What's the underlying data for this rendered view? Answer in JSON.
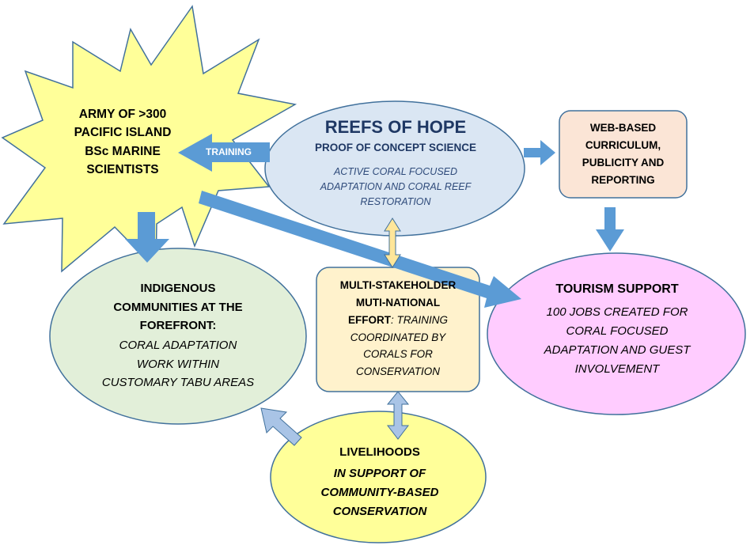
{
  "army": {
    "lines": [
      "ARMY OF >300",
      "PACIFIC ISLAND",
      "BSc MARINE",
      "SCIENTISTS"
    ]
  },
  "training_arrow": {
    "label": "TRAINING"
  },
  "reefs": {
    "title": "REEFS OF HOPE",
    "subtitle": "PROOF OF CONCEPT SCIENCE",
    "detail_lines": [
      "ACTIVE CORAL FOCUSED",
      "ADAPTATION AND CORAL REEF",
      "RESTORATION"
    ]
  },
  "web": {
    "lines": [
      "WEB-BASED",
      "CURRICULUM,",
      "PUBLICITY AND",
      "REPORTING"
    ]
  },
  "indigenous": {
    "title_lines": [
      "INDIGENOUS",
      "COMMUNITIES AT THE",
      "FOREFRONT:"
    ],
    "detail_lines": [
      "CORAL ADAPTATION",
      "WORK WITHIN",
      "CUSTOMARY TABU AREAS"
    ]
  },
  "multi": {
    "title_lines": [
      "MULTI-STAKEHOLDER",
      "MUTI-NATIONAL"
    ],
    "effort_label": "EFFORT",
    "effort_rest": ": TRAINING",
    "detail_lines": [
      "COORDINATED BY",
      "CORALS FOR",
      "CONSERVATION"
    ]
  },
  "tourism": {
    "title": "TOURISM SUPPORT",
    "detail_lines": [
      "100 JOBS CREATED FOR",
      "CORAL FOCUSED",
      "ADAPTATION AND GUEST",
      "INVOLVEMENT"
    ]
  },
  "livelihoods": {
    "title": "LIVELIHOODS",
    "detail_lines": [
      "IN SUPPORT OF",
      "COMMUNITY-BASED",
      "CONSERVATION"
    ]
  },
  "colors": {
    "arrow_blue": "#5b9bd5",
    "arrow_light_blue": "#a9c4e6",
    "arrow_yellow": "#ffe699",
    "star_fill": "#ffff99",
    "reefs_fill": "#dae6f3",
    "web_fill": "#fbe5d6",
    "indigenous_fill": "#e2efd9",
    "multi_fill": "#fff2cc",
    "tourism_fill": "#ffccff",
    "livelihoods_fill": "#ffff99",
    "outline": "#41719c",
    "title_navy": "#1f3864",
    "reefs_detail": "#2e4a7a"
  }
}
